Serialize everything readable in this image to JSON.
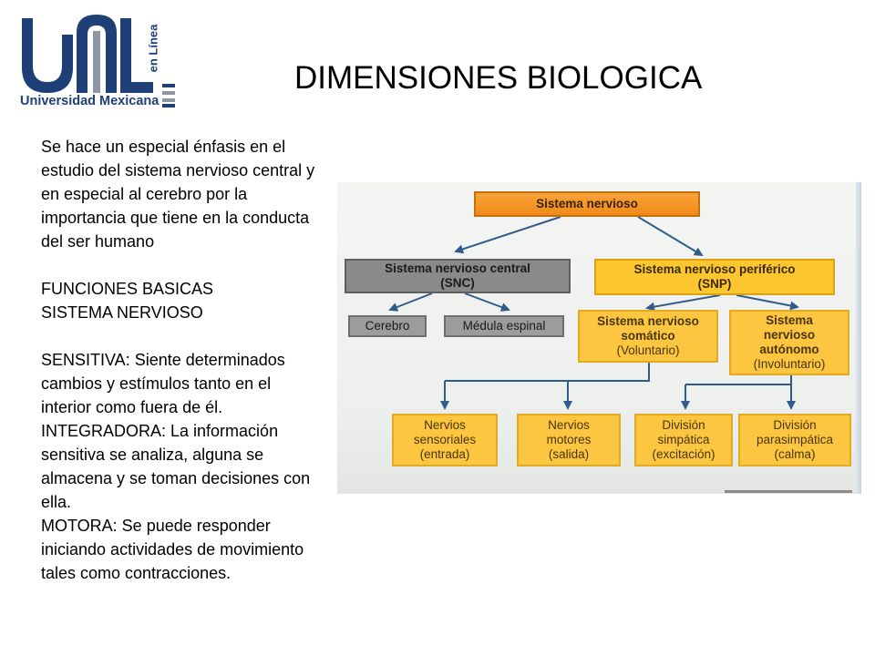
{
  "logo": {
    "wordmark": "Universidad Mexicana",
    "tagline": "en Línea",
    "colors": {
      "navy": "#1f3f77",
      "gray": "#8c96a6"
    }
  },
  "title": "DIMENSIONES BIOLOGICA",
  "body": {
    "intro": "Se hace un especial énfasis en el estudio del sistema nervioso central y en especial al cerebro por la importancia que tiene en la conducta del ser humano",
    "heading_line1": "FUNCIONES BASICAS",
    "heading_line2": "SISTEMA NERVIOSO",
    "sensitiva": "SENSITIVA: Siente determinados cambios y estímulos tanto en el interior como fuera de él.",
    "integradora": "INTEGRADORA: La información sensitiva se analiza, alguna se almacena y se toman decisiones con ella.",
    "motora": "MOTORA: Se puede responder iniciando actividades de movimiento tales como contracciones."
  },
  "diagram": {
    "root": "Sistema nervioso",
    "snc": {
      "line1": "Sistema nervioso central",
      "line2": "(SNC)"
    },
    "snp": {
      "line1": "Sistema nervioso periférico",
      "line2": "(SNP)"
    },
    "cerebro": "Cerebro",
    "medula": "Médula espinal",
    "somatico": {
      "line1": "Sistema nervioso",
      "line2": "somático",
      "line3": "(Voluntario)"
    },
    "autonomo": {
      "line1": "Sistema",
      "line2": "nervioso",
      "line3": "autónomo",
      "line4": "(Involuntario)"
    },
    "sensoriales": {
      "line1": "Nervios",
      "line2": "sensoriales",
      "line3": "(entrada)"
    },
    "motores": {
      "line1": "Nervios",
      "line2": "motores",
      "line3": "(salida)"
    },
    "simpatica": {
      "line1": "División",
      "line2": "simpática",
      "line3": "(excitación)"
    },
    "parasimpatica": {
      "line1": "División",
      "line2": "parasimpática",
      "line3": "(calma)"
    },
    "colors": {
      "arrow": "#2f5c8c",
      "orange": "#f08a18",
      "yellow": "#fbc630",
      "gray": "#8a8a8a"
    }
  }
}
